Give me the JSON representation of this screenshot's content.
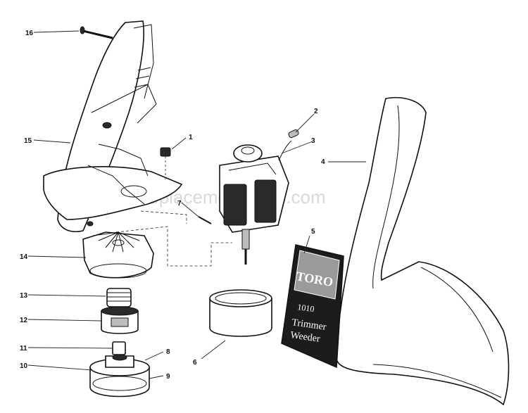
{
  "watermark": "eReplacementParts.com",
  "decal": {
    "brand": "TORO",
    "model": "1010",
    "line1": "Trimmer",
    "line2": "Weeder"
  },
  "callouts": {
    "c1": "1",
    "c2": "2",
    "c3": "3",
    "c4": "4",
    "c5": "5",
    "c6": "6",
    "c7": "7",
    "c8": "8",
    "c9": "9",
    "c10": "10",
    "c11": "11",
    "c12": "12",
    "c13": "13",
    "c14": "14",
    "c15": "15",
    "c16": "16"
  }
}
